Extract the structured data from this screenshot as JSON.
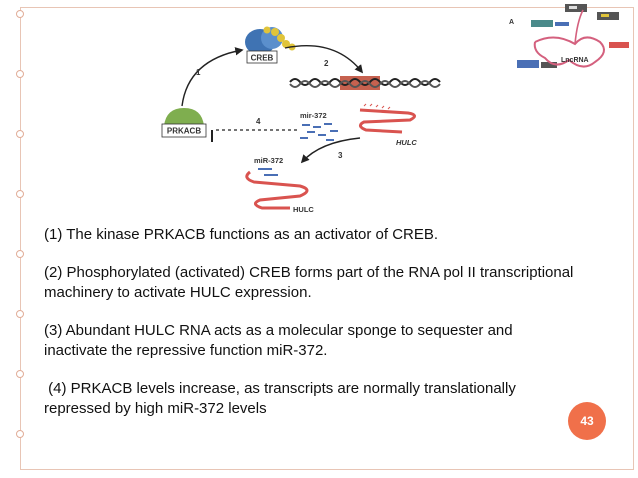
{
  "diagram": {
    "labels": {
      "creb": "CREB",
      "prkacb": "PRKACB",
      "mir372_top": "mir-372",
      "mir372_bottom": "miR-372",
      "hulc_top": "HULC",
      "hulc_bottom": "HULC",
      "step1": "1",
      "step2": "2",
      "step3": "3",
      "step4": "4"
    }
  },
  "corner": {
    "label_a": "A",
    "label_lncrna": "LncRNA"
  },
  "points": [
    "(1) The kinase PRKACB functions as an activator of CREB.",
    "(2) Phosphorylated (activated) CREB forms part of the RNA pol II transcriptional machinery to activate HULC expression.",
    "(3) Abundant HULC RNA acts as a molecular sponge to sequester and inactivate the repressive function miR-372.",
    " (4) PRKACB levels increase, as transcripts are normally translationally repressed by high miR-372 levels"
  ],
  "page_number": "43",
  "colors": {
    "accent": "#f0704a",
    "prkacb_green": "#7fae4f",
    "creb_blue": "#3f73b3",
    "rna_red": "#d9534f"
  }
}
